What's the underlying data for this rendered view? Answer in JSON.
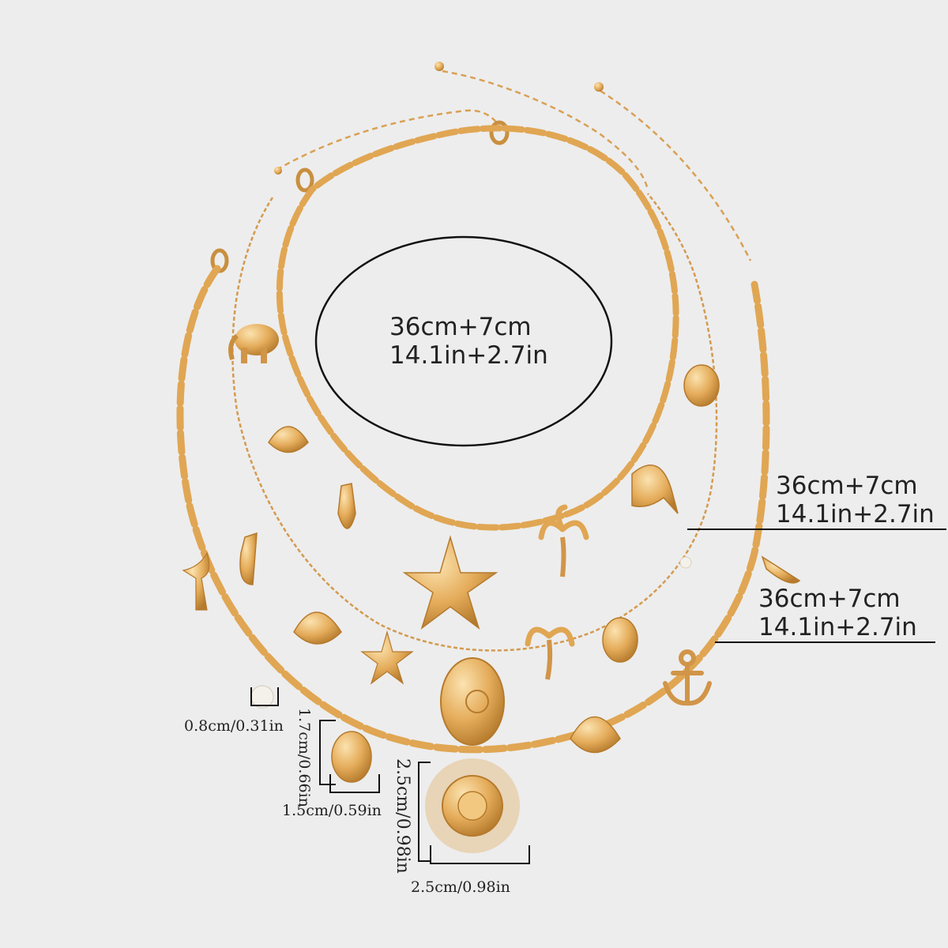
{
  "labels": {
    "oval_line1": "36cm+7cm",
    "oval_line2": "14.1in+2.7in",
    "mid_line1": "36cm+7cm",
    "mid_line2": "14.1in+2.7in",
    "low_line1": "36cm+7cm",
    "low_line2": "14.1in+2.7in",
    "pearl_size": "0.8cm/0.31in",
    "turtle_height": "1.7cm/0.66in",
    "turtle_width": "1.5cm/0.59in",
    "sun_height": "2.5cm/0.98in",
    "sun_width": "2.5cm/0.98in"
  },
  "colors": {
    "background": "#ededed",
    "gold": "#e0a653",
    "gold_dark": "#b57a2c",
    "gold_light": "#f6d08e",
    "text": "#222222"
  },
  "charms": [
    "elephant",
    "scallop-shell",
    "conch",
    "starfish",
    "palm-tree",
    "dolphin",
    "turtle",
    "whale-tail",
    "spiral-shell",
    "pearl",
    "anchor",
    "sun"
  ]
}
